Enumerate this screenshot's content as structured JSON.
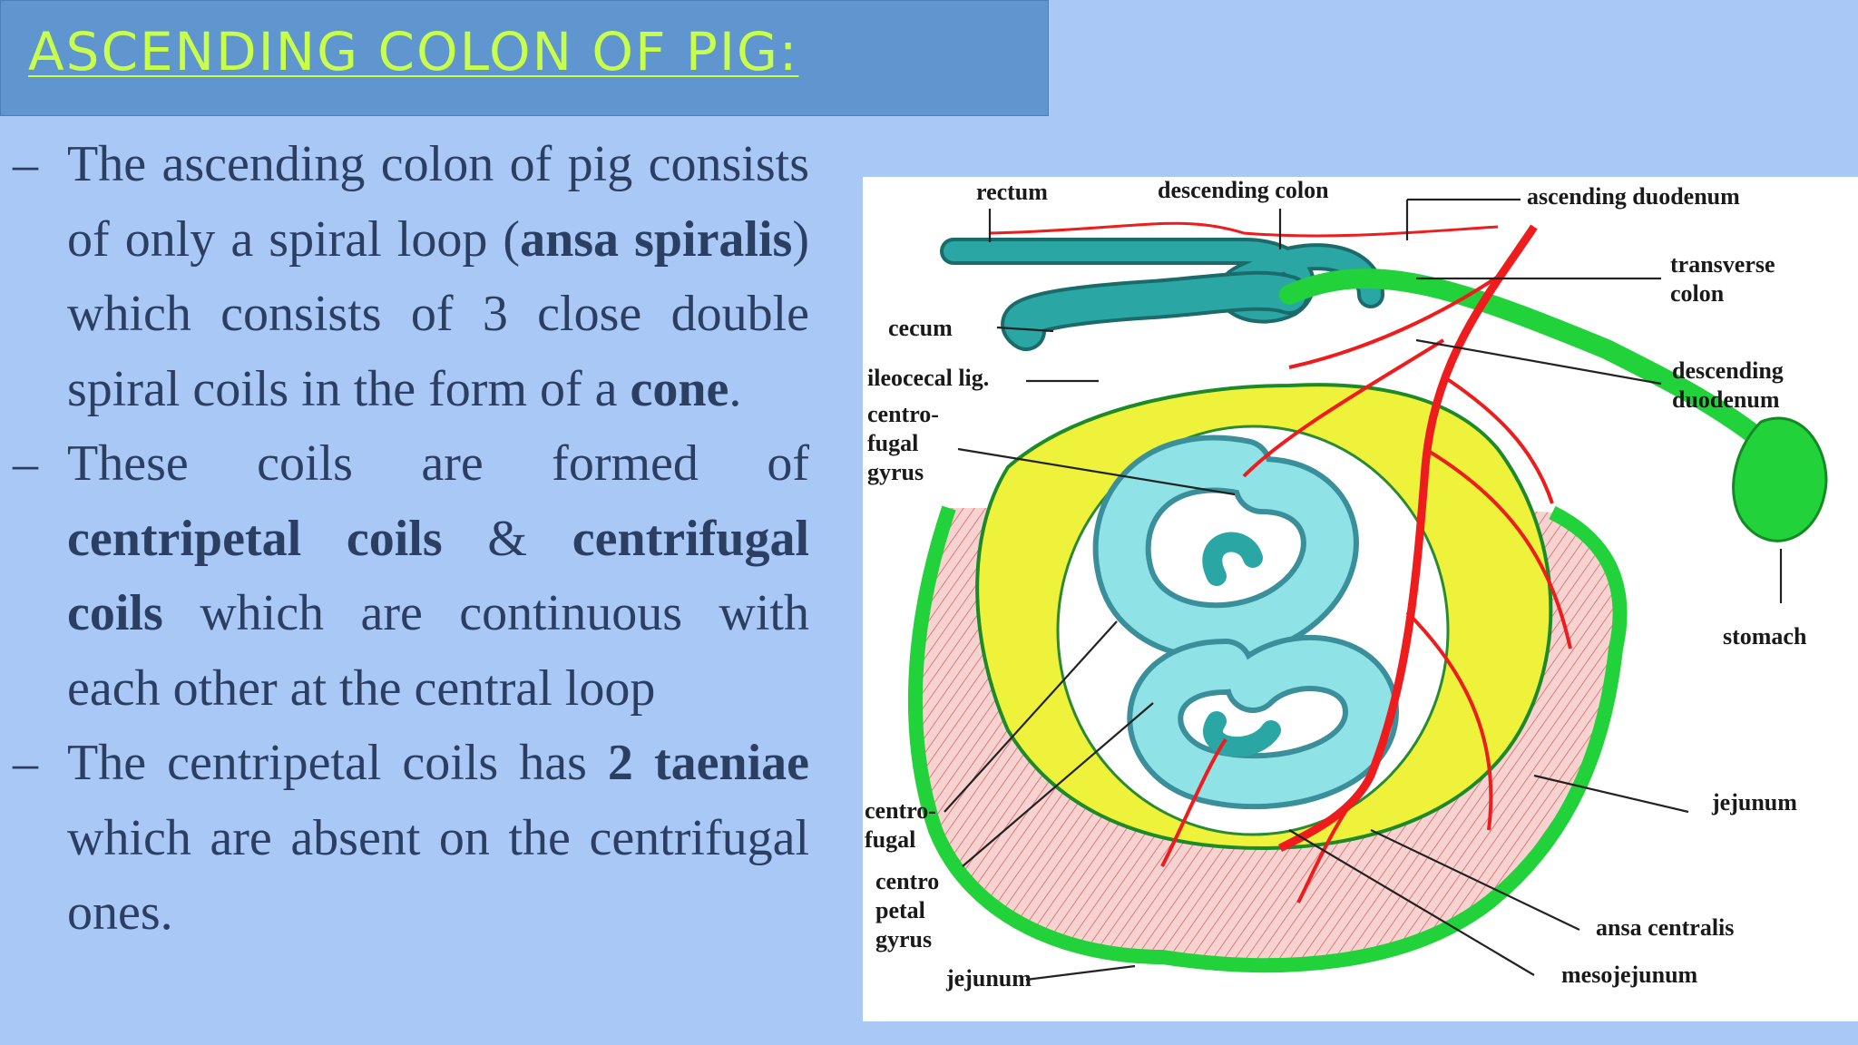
{
  "slide": {
    "title": "ASCENDING COLON OF PIG:",
    "dash": "–",
    "bullets": [
      {
        "segments": [
          {
            "text": "The ascending colon of pig consists of only a spiral loop (",
            "bold": false
          },
          {
            "text": "ansa spiralis",
            "bold": true
          },
          {
            "text": ") which consists of 3 close double spiral coils in the form of a ",
            "bold": false
          },
          {
            "text": "cone",
            "bold": true
          },
          {
            "text": ".",
            "bold": false
          }
        ]
      },
      {
        "segments": [
          {
            "text": "These coils are formed of ",
            "bold": false
          },
          {
            "text": "centripetal coils",
            "bold": true
          },
          {
            "text": " & ",
            "bold": false
          },
          {
            "text": "centrifugal coils",
            "bold": true
          },
          {
            "text": " which are continuous with each other at the central loop",
            "bold": false
          }
        ]
      },
      {
        "segments": [
          {
            "text": "The centripetal coils has ",
            "bold": false
          },
          {
            "text": "2 taeniae",
            "bold": true
          },
          {
            "text": " which are absent on the centrifugal ones.",
            "bold": false
          }
        ]
      }
    ]
  },
  "diagram": {
    "labels": {
      "rectum": "rectum",
      "descending_colon": "descending colon",
      "ascending_duodenum": "ascending duodenum",
      "transverse_colon": [
        "transverse",
        "colon"
      ],
      "cecum": "cecum",
      "ileocecal_lig": "ileocecal lig.",
      "descending_duodenum": [
        "descending",
        "duodenum"
      ],
      "centrofugal_gyrus": [
        "centro-",
        "fugal",
        "gyrus"
      ],
      "stomach": "stomach",
      "centrofugal": [
        "centro-",
        "fugal"
      ],
      "jejunum_right": "jejunum",
      "centropetal_gyrus": [
        "centro",
        "petal",
        "gyrus"
      ],
      "ansa_centralis": "ansa centralis",
      "jejunum_bottom": "jejunum",
      "mesojejunum": "mesojejunum"
    },
    "colors": {
      "intestine_teal": "#2aa7a5",
      "spiral_light": "#8fe3e6",
      "mesentery_yellow": "#eef23a",
      "jejunum_green": "#22d23a",
      "artery_red": "#ee1c1c",
      "mesojejunum_pink": "#f6d3d0"
    }
  }
}
